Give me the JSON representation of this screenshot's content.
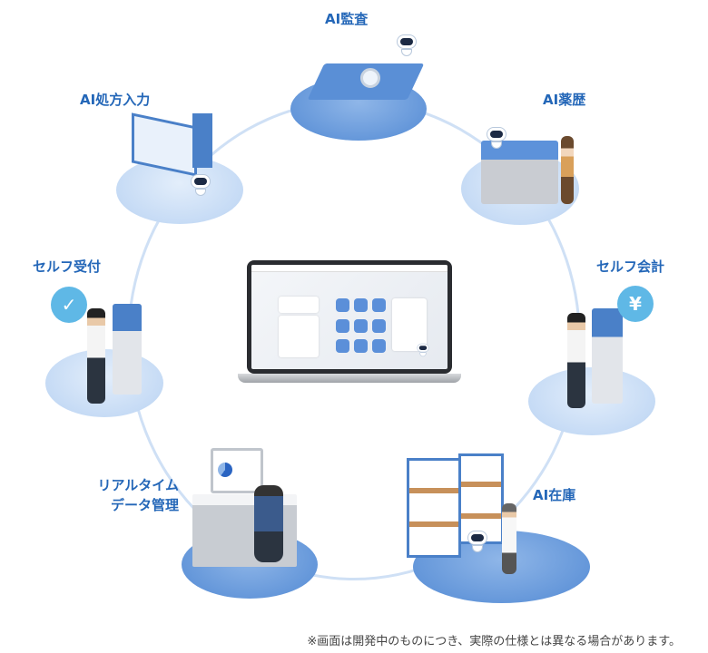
{
  "nodes": {
    "ai_audit": "AI監査",
    "ai_prescription": "AI処方入力",
    "ai_medication_history": "AI薬歴",
    "self_reception": "セルフ受付",
    "self_checkout": "セルフ会計",
    "realtime_data_line1": "リアルタイム",
    "realtime_data_line2": "データ管理",
    "ai_inventory": "AI在庫"
  },
  "badges": {
    "check": "✓",
    "yen": "¥"
  },
  "footnote": "※画面は開発中のものにつき、実際の仕様とは異なる場合があります。",
  "colors": {
    "label": "#2467b8",
    "ring": "#cfe0f5",
    "badge_check": "#5fb8e6",
    "badge_yen": "#5fb8e6",
    "accent": "#5b8fd9"
  }
}
